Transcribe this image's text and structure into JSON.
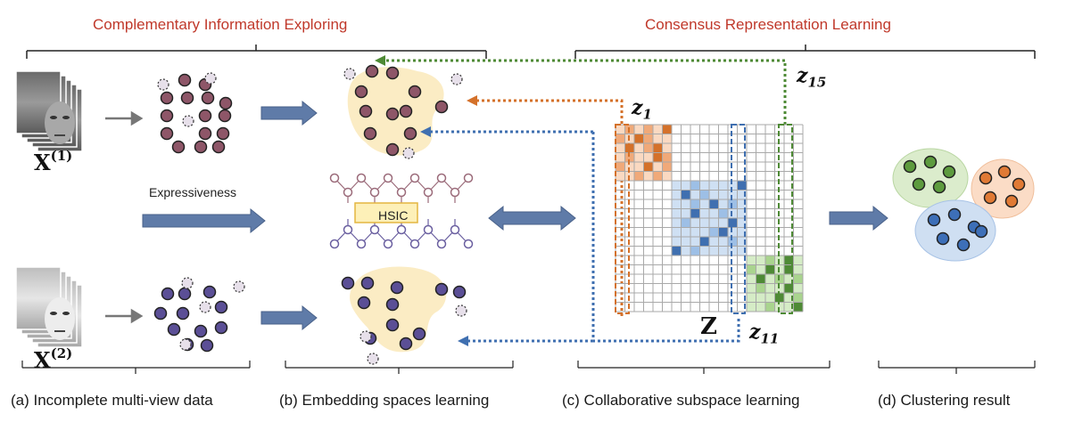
{
  "headers": {
    "left": "Complementary Information Exploring",
    "right": "Consensus  Representation Learning"
  },
  "captions": {
    "a": "(a) Incomplete multi-view data",
    "b": "(b) Embedding spaces learning",
    "c": "(c) Collaborative subspace learning",
    "d": "(d) Clustering result"
  },
  "labels": {
    "view1_base": "X",
    "view1_sup": "(1)",
    "view2_base": "X",
    "view2_sup": "(2)",
    "expressiveness": "Expressiveness",
    "hsic": "HSIC",
    "z1_base": "z",
    "z1_sub": "1",
    "z11_base": "z",
    "z11_sub": "11",
    "z15_base": "z",
    "z15_sub": "15",
    "Z": "Z"
  },
  "colors": {
    "title_red": "#c0392b",
    "view1_node": "#8e5668",
    "view2_node": "#5b4f96",
    "orange": "#d4712a",
    "blue": "#3f6fb0",
    "green": "#4e8a35",
    "arrow_fill": "#5f7ba8",
    "embedding_blob": "#fbecc4"
  },
  "icons": [
    "face-stack-icon",
    "arrow-icon",
    "double-arrow-icon"
  ]
}
